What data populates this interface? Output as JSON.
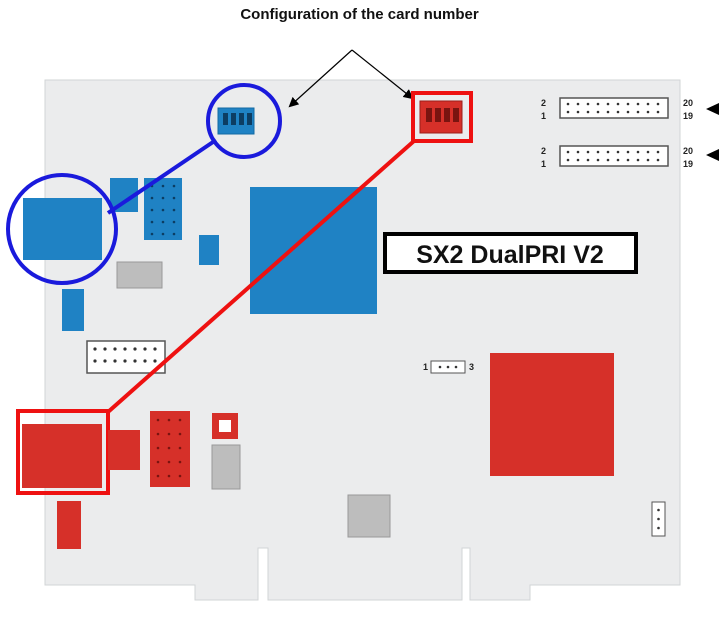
{
  "title": "Configuration of the card number",
  "card_label": "SX2 DualPRI V2",
  "connectors": {
    "upper": {
      "top_left": "2",
      "bottom_left": "1",
      "top_right": "20",
      "bottom_right": "19"
    },
    "lower": {
      "top_left": "2",
      "bottom_left": "1",
      "top_right": "20",
      "bottom_right": "19"
    }
  },
  "jumper_pins": {
    "left": "1",
    "right": "3"
  },
  "colors": {
    "board": "#ebeced",
    "blue_part": "#1f82c4",
    "red_part": "#d63029",
    "highlight_blue": "#1a1adc",
    "highlight_red": "#ee1111",
    "gray_part": "#bdbdbd"
  }
}
